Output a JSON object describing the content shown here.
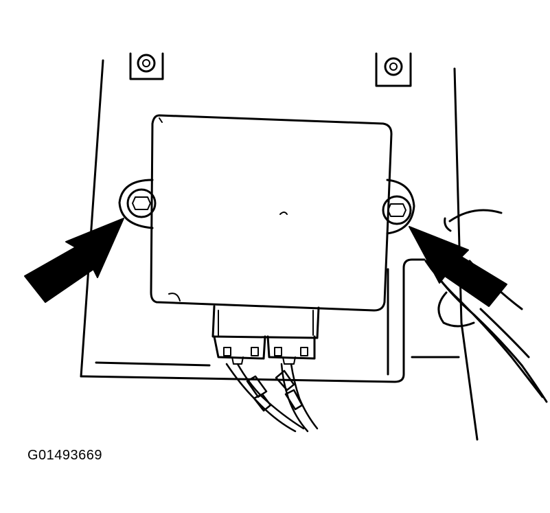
{
  "figure": {
    "id_label": "G01493669"
  },
  "colors": {
    "line": "#000000",
    "background": "#ffffff"
  },
  "components": {
    "module": "control-module",
    "fasteners": [
      "left-mounting-nut",
      "right-mounting-nut"
    ],
    "arrows": [
      "left-arrow",
      "right-arrow"
    ],
    "connectors": [
      "left-electrical-connector",
      "right-electrical-connector"
    ]
  }
}
